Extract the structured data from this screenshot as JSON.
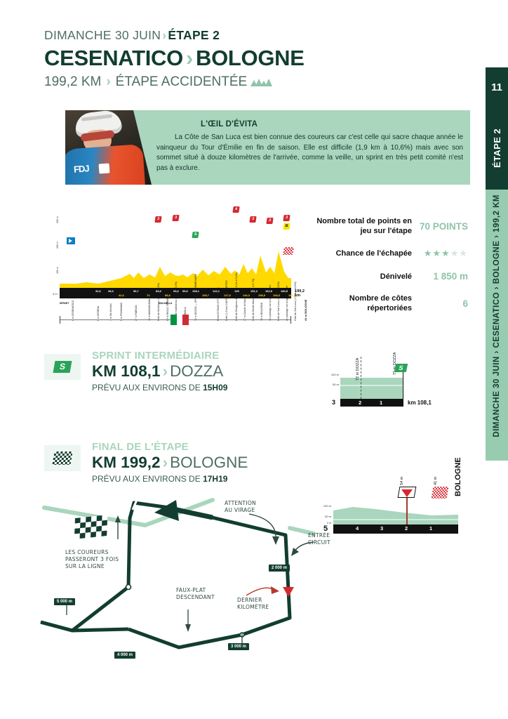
{
  "sidebar": {
    "page_number": "11",
    "stage_tab": "ÉTAPE 2",
    "route_tab": "DIMANCHE 30 JUIN  ›  CESENATICO › BOLOGNE  ›  199,2 KM"
  },
  "header": {
    "date": "DIMANCHE 30 JUIN",
    "stage": "ÉTAPE 2",
    "start": "CESENATICO",
    "finish": "BOLOGNE",
    "distance": "199,2 KM",
    "type": "ÉTAPE ACCIDENTÉE",
    "chevron": "›"
  },
  "evita": {
    "title": "L'ŒIL D'ÉVITA",
    "text": "La Côte de San Luca est bien connue des coureurs car c'est celle qui sacre chaque année le vainqueur du Tour d'Émilie en fin de saison. Elle est difficile (1,9 km à 10,6%) mais avec son sommet situé à douze kilomètres de l'arrivée, comme la veille, un sprint en très petit comité n'est pas à exclure.",
    "photo_logo": "FDJ"
  },
  "stats": [
    {
      "label": "Nombre total de points en jeu sur l'étape",
      "value": "70 POINTS",
      "type": "text"
    },
    {
      "label": "Chance de l'échapée",
      "value": "3",
      "type": "stars",
      "max": 5
    },
    {
      "label": "Dénivelé",
      "value": "1 850 m",
      "type": "text"
    },
    {
      "label": "Nombre de côtes répertoriées",
      "value": "6",
      "type": "text"
    }
  ],
  "profile": {
    "start_label": "CESENATICO",
    "finish_label": "BOLOGNE",
    "start_alt": "3 m",
    "total_distance": "199,2 km",
    "start_marker": "DÉPART",
    "border_marker": "MOLINELLA",
    "y_ticks": [
      "300 m",
      "200 m",
      "100 m"
    ],
    "km_top": [
      "32,6",
      "38,3",
      "56,7",
      "83,8",
      "93,6",
      "99,6",
      "108,1",
      "122,1",
      "139",
      "151,2",
      "162,5",
      "180,5"
    ],
    "km_bottom": [
      "42,6",
      "74",
      "88,8",
      "108,7",
      "127,6",
      "146,3",
      "158,9",
      "168,3",
      "186,6"
    ],
    "points": [
      {
        "km": 0,
        "label": "0 m CESENATICO",
        "type": "start"
      },
      {
        "km": 32.6,
        "label": "6 m CESENA"
      },
      {
        "km": 38.3,
        "label": "7 m Ste Michele"
      },
      {
        "km": 42.6,
        "label": "6 m PISIGNANO"
      },
      {
        "km": 56.7,
        "label": "27 m FAENZA"
      },
      {
        "km": 74,
        "label": "46 m BAGNACAVALLO"
      },
      {
        "km": 83.8,
        "label": "Côte de Monticino (1,6 km à 7,5%)",
        "cat": "3"
      },
      {
        "km": 88.8,
        "label": "63 m RIOLO TERME"
      },
      {
        "km": 93.6,
        "label": "Côte de Gallisterna (1,2 km à 6,2%)",
        "cat": "3"
      },
      {
        "km": 99.6,
        "label": "78 m IMOLA"
      },
      {
        "km": 108.1,
        "label": "72 m DOZZA — SPRINT INTERMÉDIAIRE",
        "type": "sprint"
      },
      {
        "km": 108.7,
        "label": "51 m DOZZA"
      },
      {
        "km": 122.1,
        "label": "Mont OTTAVIO OTTI TERRES"
      },
      {
        "km": 127.6,
        "label": "Côte (1,6 km) CASTEL SAN PIETRO"
      },
      {
        "km": 139,
        "label": "Côte de Bongiorno di Sopra (1,6 km à 6,4%)",
        "cat": "4"
      },
      {
        "km": 146.3,
        "label": "17 m Canale di Savio"
      },
      {
        "km": 151.2,
        "label": "Côte de Monte Albano (1,7 km à 5,7%)",
        "cat": "3"
      },
      {
        "km": 158.9,
        "label": "76 m BOLOGNA"
      },
      {
        "km": 162.5,
        "label": "1er passage sur la ligne d'arrivée",
        "cat": "3"
      },
      {
        "km": 168.3,
        "label": "Côte de San Luca (1,9 km à 10,6%)",
        "cat": "3"
      },
      {
        "km": 180.5,
        "label": "2e passage sur la ligne d'arrivée",
        "cat": "3",
        "type": "jersey"
      },
      {
        "km": 186.6,
        "label": "Côte de San Luca (1,9 km à 10,6%)"
      },
      {
        "km": 199.2,
        "label": "41 m BOLOGNE",
        "type": "finish"
      }
    ]
  },
  "sprint_section": {
    "kicker": "SPRINT INTERMÉDIAIRE",
    "km": "KM 108,1",
    "place": "DOZZA",
    "time_prefix": "PRÉVU AUX ENVIRONS DE",
    "time": "15H09",
    "chevron": "›"
  },
  "sprint_mini": {
    "y_ticks": [
      "100 m",
      "50 m"
    ],
    "axis_left": "3",
    "km_marks": [
      "2",
      "1"
    ],
    "km_label": "km 108,1",
    "peak_label": "72 m DOZZA",
    "sprint_label": "71 m DOZZA",
    "badge": "S"
  },
  "final_section": {
    "kicker": "FINAL DE L'ÉTAPE",
    "km": "KM 199,2",
    "place": "BOLOGNE",
    "time_prefix": "PRÉVU AUX ENVIRONS DE",
    "time": "17H19",
    "chevron": "›"
  },
  "final_mini": {
    "y_ticks": [
      "100 m",
      "50 m"
    ],
    "axis_left": "5",
    "axis_left_alt": "0 m",
    "km_marks": [
      "4",
      "3",
      "2",
      "1"
    ],
    "last_km_label": "54 m",
    "finish_alt": "41 m",
    "finish_city": "BOLOGNE"
  },
  "map": {
    "annotations": [
      {
        "text": "ATTENTION\nAU VIRAGE"
      },
      {
        "text": "LES COUREURS\nPASSERONT 3 FOIS\nSUR LA LIGNE"
      },
      {
        "text": "DERNIER\nKILOMÈTRE"
      },
      {
        "text": "ENTRÉE\nCIRCUIT"
      },
      {
        "text": "FAUX-PLAT\nDESCENDANT"
      }
    ],
    "distance_markers": [
      "5 000 m",
      "4 000 m",
      "3 000 m",
      "2 000 m"
    ]
  },
  "colors": {
    "dark_green": "#123d30",
    "mid_green": "#4f6f62",
    "light_green": "#a9d6bd",
    "pale_green": "#8fc4a9",
    "red": "#d7282f",
    "yellow": "#f5e400"
  }
}
